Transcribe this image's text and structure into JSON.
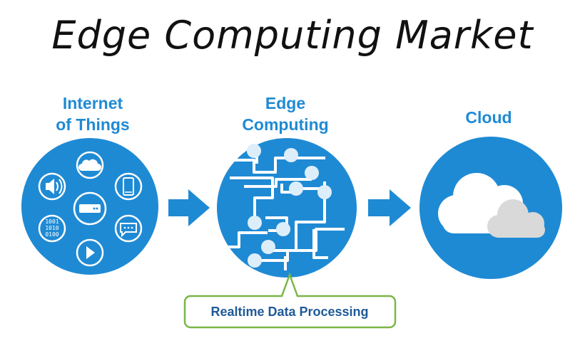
{
  "title": "Edge Computing Market",
  "stages": [
    {
      "label_line1": "Internet",
      "label_line2": "of Things"
    },
    {
      "label_line1": "Edge",
      "label_line2": "Computing"
    },
    {
      "label_line1": "",
      "label_line2": "Cloud"
    }
  ],
  "iot_icons": {
    "binary_line1": "1001",
    "binary_line2": "1010",
    "binary_line3": "0100",
    "names": [
      "cloud-icon",
      "speaker-icon",
      "phone-icon",
      "router-icon",
      "binary-icon",
      "chat-icon",
      "play-icon"
    ]
  },
  "callout": {
    "text": "Realtime Data Processing"
  },
  "colors": {
    "blue": "#1f8ad4",
    "green": "#7ab648",
    "cloud_white": "#ffffff",
    "cloud_gray": "#d9d9d9"
  }
}
